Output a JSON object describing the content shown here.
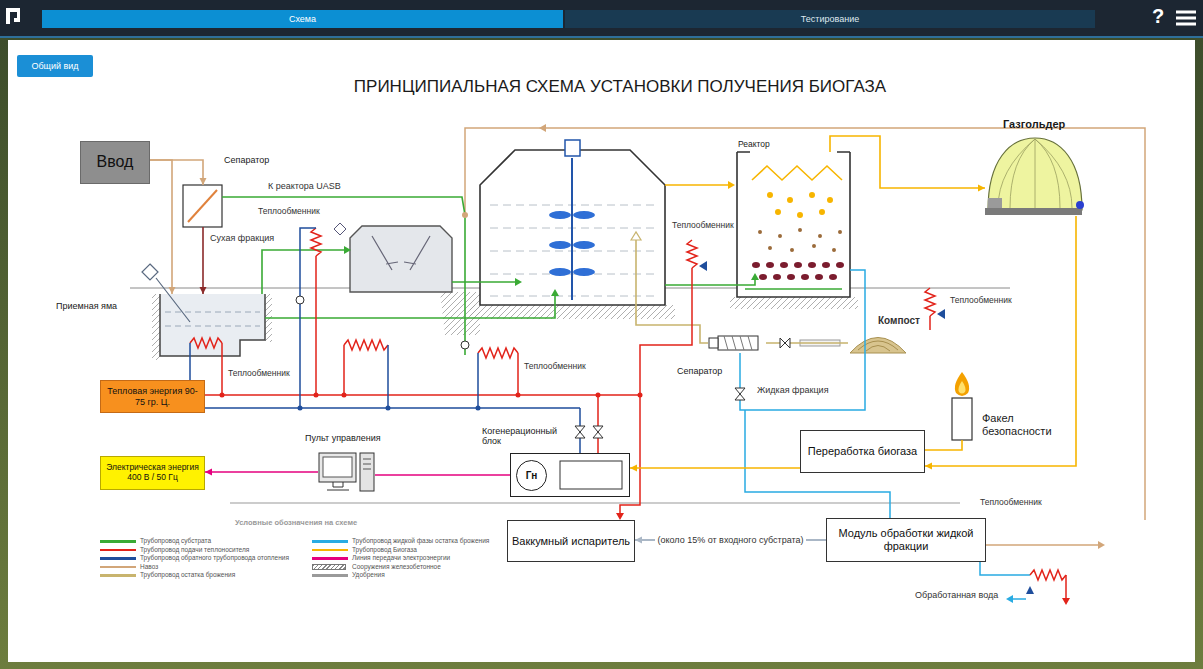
{
  "diagram": {
    "title": "ПРИНЦИПИАЛЬНАЯ СХЕМА УСТАНОВКИ ПОЛУЧЕНИЯ БИОГАЗА",
    "nodes": [
      {
        "text": [
          "Схема"
        ]
      },
      {
        "text": [
          "Тестирование"
        ]
      },
      {
        "text": [
          "Общий вид"
        ]
      },
      {
        "text": [
          "Ввод"
        ]
      },
      {
        "text": [
          "Сепаратор"
        ]
      },
      {
        "text": [
          "Приемная яма"
        ]
      },
      {
        "text": [
          "Реактор"
        ]
      },
      {
        "text": [
          "Газгольдер"
        ]
      },
      {
        "text": [
          "Тепловая энергия 90-75 гр. Ц."
        ]
      },
      {
        "text": [
          "Пульт управления"
        ]
      },
      {
        "text": [
          "Когенерационный блок"
        ]
      },
      {
        "text": [
          "Гн"
        ],
        "in": 10
      },
      {
        "text": [
          "Электрическая энергия 400 В / 50 Гц"
        ]
      },
      {
        "text": [
          "Ваккумный испаритель"
        ]
      },
      {
        "text": [
          "Переработка биогаза"
        ]
      },
      {
        "text": [
          "Факел безопасности"
        ]
      },
      {
        "text": [
          "Модуль обработки жидкой фракции"
        ]
      },
      {
        "text": [
          "Сепаратор"
        ]
      }
    ],
    "edges": [
      {
        "from": 3,
        "to": 4,
        "arrow": "to"
      },
      {
        "from": 3,
        "to": 5,
        "arrow": "to"
      },
      {
        "from": 4,
        "to": 5,
        "label": "Сухая фракция",
        "arrow": "to"
      },
      {
        "from": 6,
        "to": 7,
        "arrow": "to"
      },
      {
        "from": 7,
        "to": 14,
        "arrow": "to"
      },
      {
        "from": 14,
        "to": 15,
        "arrow": "none"
      },
      {
        "from": 14,
        "to": 10,
        "arrow": "to"
      },
      {
        "from": 10,
        "to": 9,
        "arrow": "none"
      },
      {
        "from": 9,
        "to": 12,
        "arrow": "to"
      },
      {
        "from": 16,
        "to": 13,
        "label": "(около 15% от входного субстрата)",
        "arrow": "to"
      }
    ],
    "labels": [
      "?",
      "К реактора UASB",
      "Теплообменник",
      "Теплообменник",
      "Компост",
      "Теплообменник",
      "Теплообменник",
      "Теплообменник",
      "Жидкая фракция",
      "Теплообменник",
      "Условные обозначения на схеме",
      "Обработанная вода"
    ],
    "legend": [
      {
        "text": "Трубопровод субстрата",
        "color": "#3aaa35"
      },
      {
        "text": "Трубопровод подачи теплоносителя",
        "color": "#e2231a"
      },
      {
        "text": "Трубопровод обратного трубопровода отопления",
        "color": "#1f4e9c"
      },
      {
        "text": "Навоз",
        "color": "#d2a679"
      },
      {
        "text": "Трубопровод остатка брожения",
        "color": "#c8b46e"
      },
      {
        "text": "Трубопровод жидкой фазы остатка брожения",
        "color": "#29abe2"
      },
      {
        "text": "Трубопровод Биогаза",
        "color": "#f7b500"
      },
      {
        "text": "Линия передачи электроэнергии",
        "color": "#e5007e"
      },
      {
        "text": "Сооружения железобетонное"
      },
      {
        "text": "Удобрения",
        "color": "#9a9a9a"
      }
    ]
  }
}
